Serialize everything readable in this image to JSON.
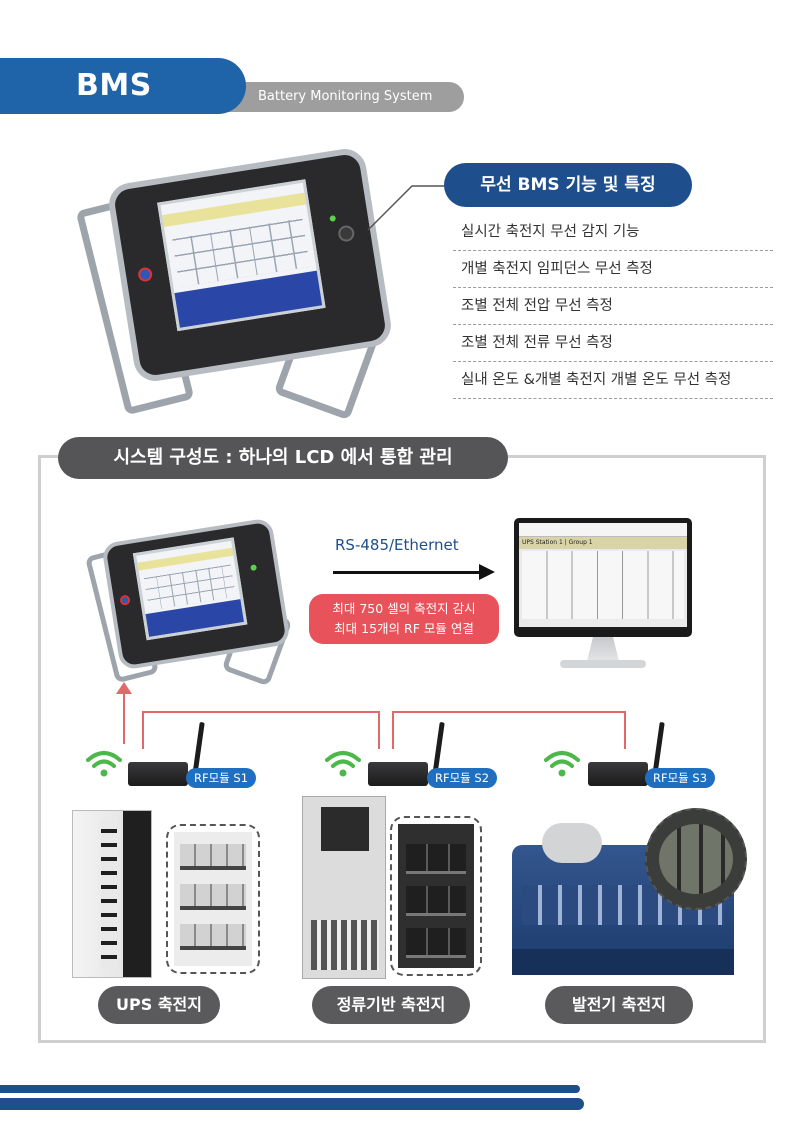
{
  "header": {
    "title": "BMS",
    "subtitle": "Battery Monitoring System"
  },
  "features": {
    "heading": "무선 BMS 기능 및 특징",
    "items": [
      "실시간 축전지 무선 감지 기능",
      "개별 축전지 임피던스 무선 측정",
      "조별 전체 전압 무선 측정",
      "조별 전체 전류 무선 측정",
      "실내 온도 &개별 축전지 개별 온도 무선 측정"
    ]
  },
  "system": {
    "title": "시스템 구성도 : 하나의 LCD 에서 통합 관리",
    "link_label": "RS-485/Ethernet",
    "caption_line1": "최대 750 셀의 축전지 감시",
    "caption_line2": "최대 15개의 RF 모듈 연결",
    "monitor_title": "UPS Station 1 | Group 1",
    "modules": [
      "RF모듈 S1",
      "RF모듈 S2",
      "RF모듈 S3"
    ],
    "labels": [
      "UPS 축전지",
      "정류기반 축전지",
      "발전기 축전지"
    ]
  },
  "colors": {
    "primary_blue": "#1f4e8c",
    "header_blue": "#1f63a8",
    "badge_blue": "#1f6fc0",
    "accent_red": "#e8525a",
    "line_red": "#e06a6a",
    "wifi_green": "#4cb84a",
    "gray_pill": "#5a5a5c"
  }
}
